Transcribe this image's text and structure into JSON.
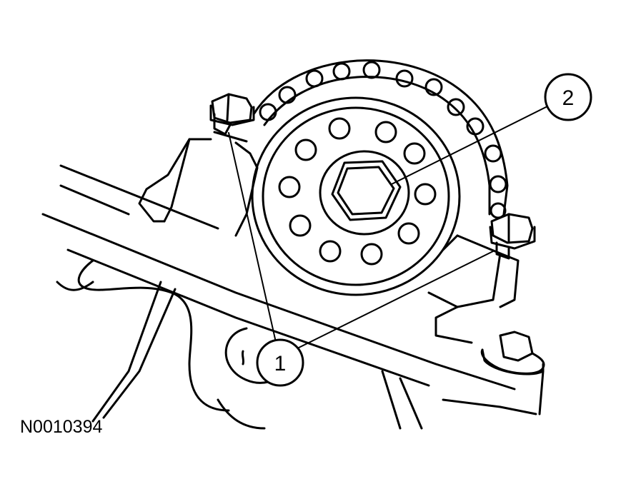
{
  "figure": {
    "id_label": "N0010394"
  },
  "callouts": [
    {
      "number": "1"
    },
    {
      "number": "2"
    }
  ],
  "colors": {
    "line": "#000000",
    "background": "#ffffff"
  }
}
